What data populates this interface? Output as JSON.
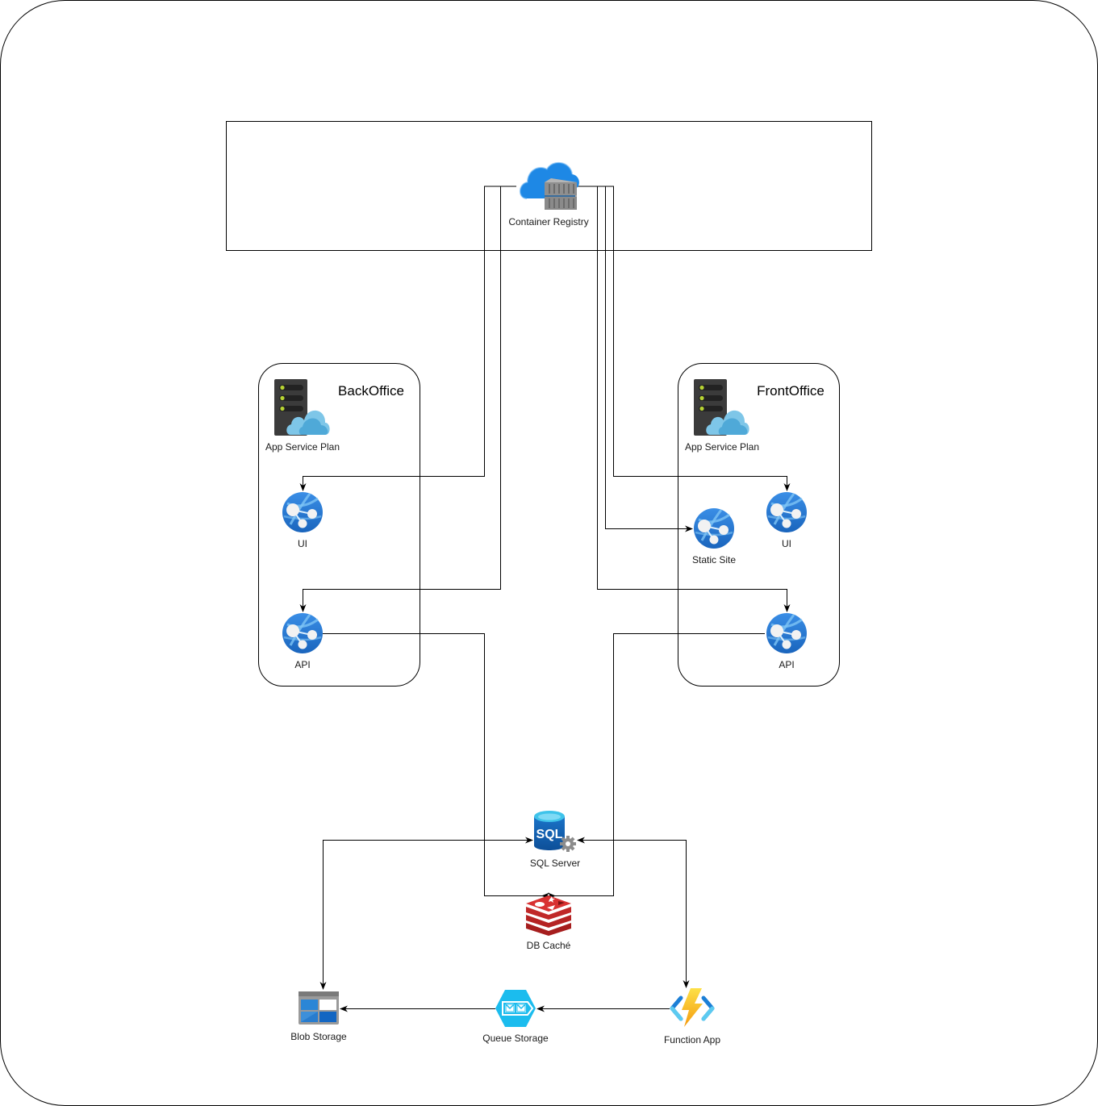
{
  "diagram": {
    "groups": [
      {
        "id": "registry-zone",
        "title": ""
      },
      {
        "id": "backoffice",
        "title": "BackOffice"
      },
      {
        "id": "frontoffice",
        "title": "FrontOffice"
      }
    ],
    "nodes": {
      "container_registry": {
        "label": "Container Registry",
        "icon": "container-registry-icon"
      },
      "bo_plan": {
        "label": "App Service Plan",
        "icon": "app-service-plan-icon"
      },
      "bo_ui": {
        "label": "UI",
        "icon": "web-app-icon"
      },
      "bo_api": {
        "label": "API",
        "icon": "web-app-icon"
      },
      "fo_plan": {
        "label": "App Service Plan",
        "icon": "app-service-plan-icon"
      },
      "fo_static": {
        "label": "Static Site",
        "icon": "web-app-icon"
      },
      "fo_ui": {
        "label": "UI",
        "icon": "web-app-icon"
      },
      "fo_api": {
        "label": "API",
        "icon": "web-app-icon"
      },
      "sql": {
        "label": "SQL Server",
        "icon": "sql-server-icon"
      },
      "cache": {
        "label": "DB Caché",
        "icon": "redis-cache-icon"
      },
      "blob": {
        "label": "Blob Storage",
        "icon": "blob-storage-icon"
      },
      "queue": {
        "label": "Queue Storage",
        "icon": "queue-storage-icon"
      },
      "function": {
        "label": "Function App",
        "icon": "function-app-icon"
      }
    },
    "edges": [
      {
        "from": "container_registry",
        "to": "bo_ui"
      },
      {
        "from": "container_registry",
        "to": "bo_api"
      },
      {
        "from": "container_registry",
        "to": "fo_ui"
      },
      {
        "from": "container_registry",
        "to": "fo_static"
      },
      {
        "from": "container_registry",
        "to": "fo_api"
      },
      {
        "from": "bo_api",
        "to": "cache"
      },
      {
        "from": "fo_api",
        "to": "cache"
      },
      {
        "from": "blob",
        "to": "sql",
        "bidirectional": true
      },
      {
        "from": "function",
        "to": "sql",
        "bidirectional": true
      },
      {
        "from": "function",
        "to": "queue"
      },
      {
        "from": "queue",
        "to": "blob"
      }
    ],
    "colors": {
      "line": "#000000",
      "azure_blue": "#1f7ad6",
      "cloud_light": "#50aedb",
      "redis_red": "#c62a2a",
      "queue_cyan": "#1bbcee",
      "function_yellow": "#f7c41c"
    }
  }
}
